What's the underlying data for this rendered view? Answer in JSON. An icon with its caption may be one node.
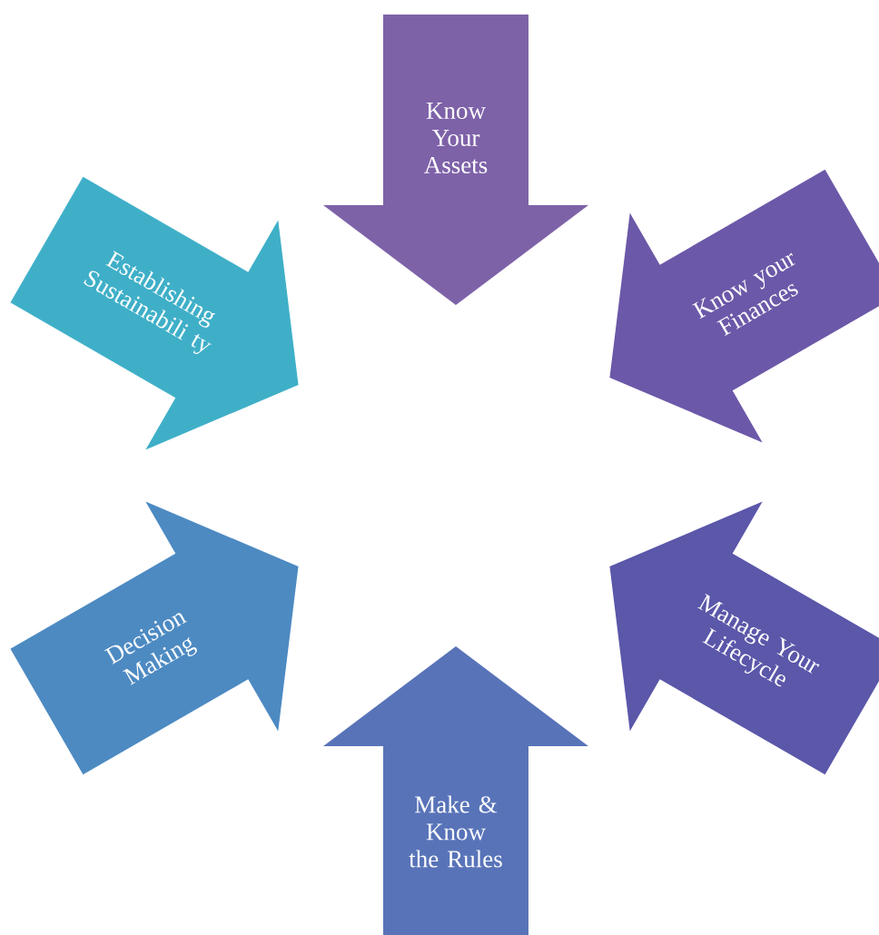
{
  "diagram": {
    "nodes": [
      {
        "text": [
          "Know Your Assets"
        ]
      },
      {
        "text": [
          "Know your Finances"
        ]
      },
      {
        "text": [
          "Manage Your Lifecycle"
        ]
      },
      {
        "text": [
          "Make & Know the Rules"
        ]
      },
      {
        "text": [
          "Decision Making"
        ]
      },
      {
        "text": [
          "Establishing Sustainabili ty"
        ]
      }
    ]
  }
}
